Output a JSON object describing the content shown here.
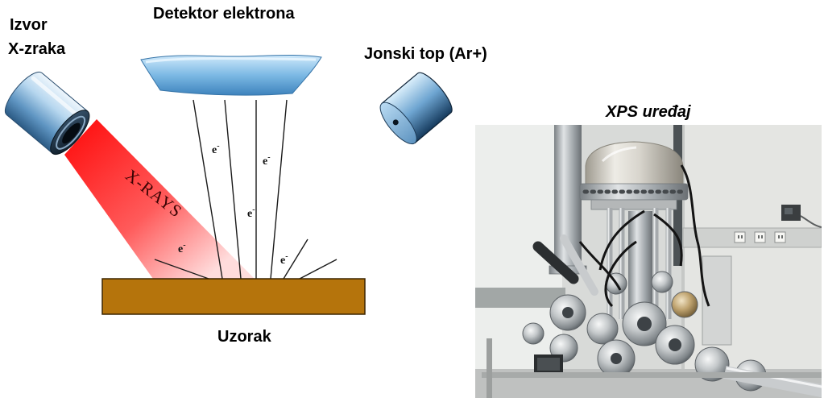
{
  "diagram": {
    "x_ray_source": {
      "label_lines": [
        "Izvor",
        "X-zraka"
      ]
    },
    "electron_detector": {
      "label": "Detektor elektrona"
    },
    "ion_gun": {
      "label": "Jonski top (Ar+)"
    },
    "beam": {
      "label": "X-RAYS"
    },
    "electron": {
      "symbol": "e",
      "charge": "-"
    },
    "sample": {
      "label": "Uzorak"
    }
  },
  "photo": {
    "caption": "XPS uređaj"
  },
  "colors": {
    "beam": "#ff1414",
    "sample": "#b5740c",
    "detector": "#7cb9e4",
    "label_text": "#000000"
  }
}
